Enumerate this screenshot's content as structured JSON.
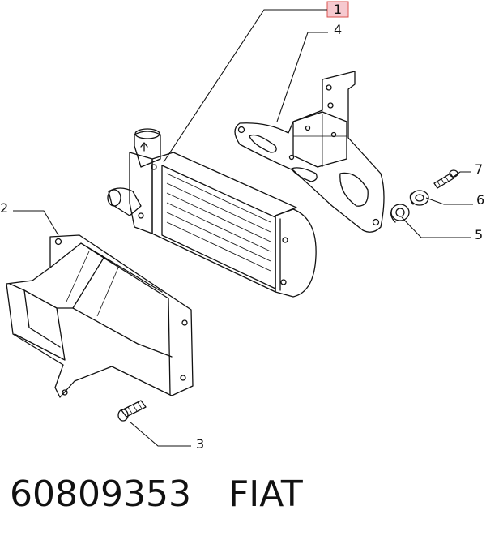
{
  "callouts": {
    "c1": "1",
    "c2": "2",
    "c3": "3",
    "c4": "4",
    "c5": "5",
    "c6": "6",
    "c7": "7"
  },
  "caption": {
    "part_number": "60809353",
    "brand": "FIAT"
  },
  "colors": {
    "highlight_fill": "#f6c9cf",
    "highlight_stroke": "#d9534f",
    "line": "#111111"
  }
}
